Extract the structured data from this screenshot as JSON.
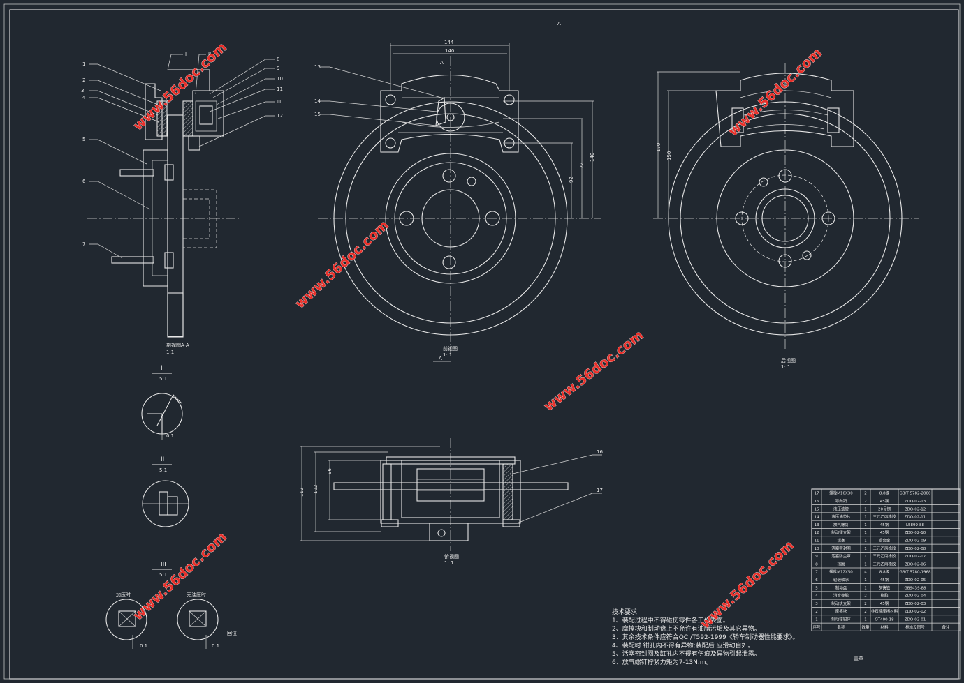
{
  "title_marker": "A",
  "watermark": "www.56doc.com",
  "section_view": {
    "caption": "剖视图A-A",
    "scale": "1:1",
    "callouts": [
      "1",
      "2",
      "3",
      "4",
      "5",
      "6",
      "7",
      "8",
      "9",
      "10",
      "11",
      "12",
      "I",
      "II",
      "III"
    ]
  },
  "front_view": {
    "caption": "前视图",
    "scale": "1: 1",
    "section_mark": "A",
    "callouts": [
      "13",
      "14",
      "15"
    ],
    "dims": [
      "144",
      "140",
      "92",
      "122",
      "140"
    ],
    "top_mark": "A"
  },
  "back_view": {
    "caption": "后视图",
    "scale": "1: 1",
    "dims": [
      "170",
      "150"
    ]
  },
  "plan_view": {
    "caption": "俯视图",
    "scale": "1: 1",
    "callouts": [
      "16",
      "17"
    ],
    "dims": [
      "112",
      "102",
      "96"
    ]
  },
  "details": [
    {
      "id": "I",
      "scale": "5:1",
      "dim": "0.1"
    },
    {
      "id": "II",
      "scale": "5:1"
    },
    {
      "id": "III",
      "scale": "5:1",
      "left_label": "加压时",
      "right_label": "无油压时",
      "right_dim": "0.1",
      "left_dim": "0.1",
      "side_label": "回位"
    }
  ],
  "tech_requirements": {
    "heading": "技术要求",
    "items": [
      "1、装配过程中不得碰伤零件各工作表面。",
      "2、摩擦块和制动盘上不允许有油脂污垢及其它异物。",
      "3、其余技术条件应符合QC /T592-1999《轿车制动器性能要求》。",
      "4、装配时 钳孔内不得有异物;装配后 应滑动自如。",
      "5、活塞密封圈及缸孔内不得有伤痕及异物引起泄露。",
      "6、放气螺钉拧紧力矩为7-13N.m。"
    ]
  },
  "bom": {
    "rows": [
      [
        "17",
        "螺栓M10X30",
        "2",
        "8.8级",
        "GB/T 5782-2000"
      ],
      [
        "16",
        "导向销",
        "2",
        "45钢",
        "ZDQ-02-13"
      ],
      [
        "15",
        "液压油管",
        "1",
        "20号钢",
        "ZDQ-02-12"
      ],
      [
        "14",
        "液压油垫片",
        "1",
        "三元乙丙橡胶",
        "ZDQ-02-11"
      ],
      [
        "13",
        "放气螺钉",
        "1",
        "45钢",
        "L5899-88"
      ],
      [
        "12",
        "制动钳支架",
        "1",
        "45钢",
        "ZDQ-02-10"
      ],
      [
        "11",
        "活塞",
        "1",
        "铝合金",
        "ZDQ-02-09"
      ],
      [
        "10",
        "活塞密封圈",
        "1",
        "三元乙丙橡胶",
        "ZDQ-02-08"
      ],
      [
        "9",
        "活塞防尘罩",
        "1",
        "三元乙丙橡胶",
        "ZDQ-02-07"
      ],
      [
        "8",
        "挡圈",
        "1",
        "三元乙丙橡胶",
        "ZDQ-02-06"
      ],
      [
        "7",
        "螺栓M12X50",
        "4",
        "8.8级",
        "GB/T 5780-1968"
      ],
      [
        "6",
        "轮毂轴承",
        "1",
        "45钢",
        "ZDQ-02-05"
      ],
      [
        "5",
        "制动盘",
        "1",
        "灰铸铁",
        "GB9439-88"
      ],
      [
        "4",
        "消音橡胶",
        "2",
        "橡胶",
        "ZDQ-02-04"
      ],
      [
        "3",
        "制动块支架",
        "2",
        "45钢",
        "ZDQ-02-03"
      ],
      [
        "2",
        "摩擦块",
        "2",
        "非石棉摩擦材料",
        "ZDQ-02-02"
      ],
      [
        "1",
        "制动钳钳体",
        "1",
        "QT400-18",
        "ZDQ-02-01"
      ]
    ],
    "header": [
      "序号",
      "名称",
      "数量",
      "材料",
      "标准及图号",
      "备注"
    ]
  },
  "footer_label": "盖章"
}
